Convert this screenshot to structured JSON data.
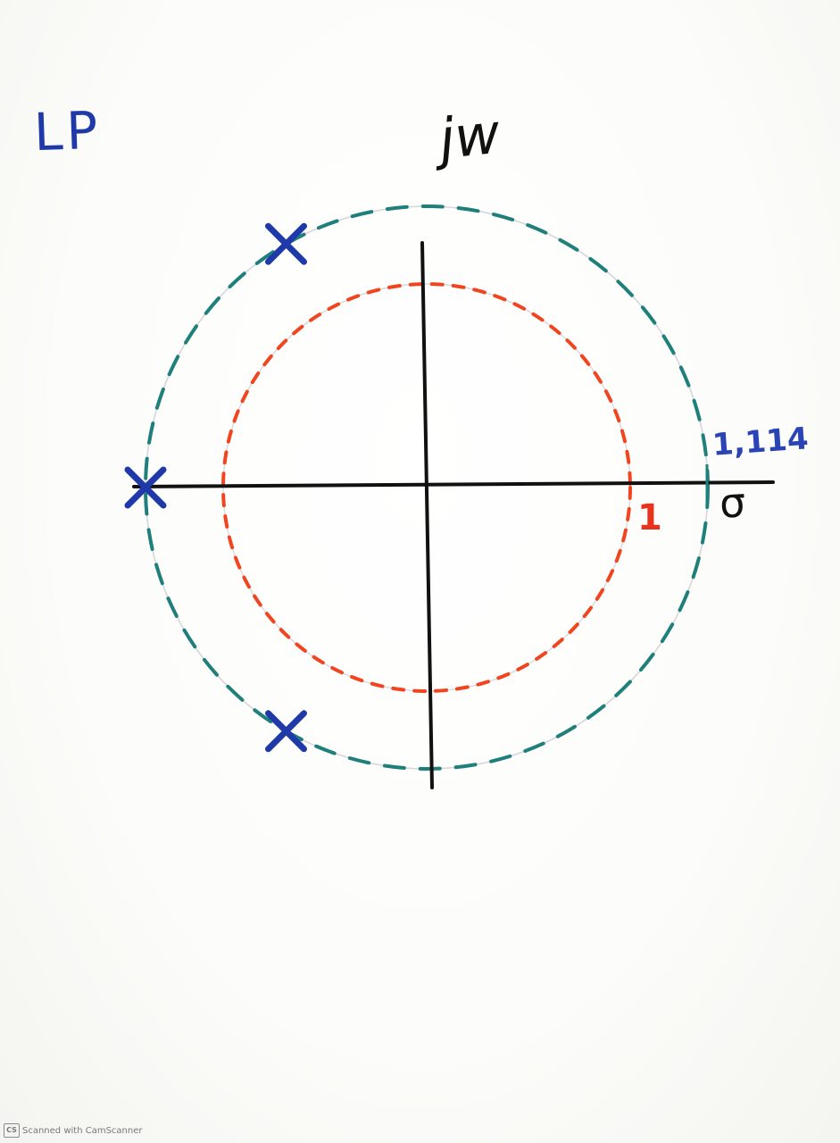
{
  "labels": {
    "filter_type": "LP",
    "imag_axis": "jw",
    "real_axis": "σ",
    "outer_radius": "1,114",
    "inner_radius": "1"
  },
  "footer": {
    "logo_text": "CS",
    "text": "Scanned with CamScanner"
  },
  "colors": {
    "axes": "#111111",
    "outer_circle": "#1f7f7a",
    "inner_circle": "#f0451f",
    "poles": "#1f3aa8",
    "guide": "#cfcfd4"
  },
  "poles": [
    {
      "angle_deg": 120
    },
    {
      "angle_deg": 180
    },
    {
      "angle_deg": 240
    }
  ]
}
